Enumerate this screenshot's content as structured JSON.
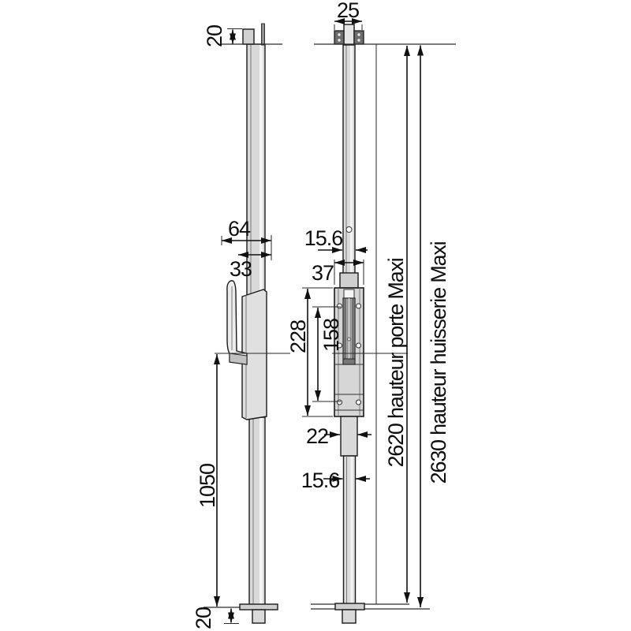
{
  "drawing_type": "espagnolette-lock-technical-drawing",
  "colors": {
    "ink": "#1a1a1a",
    "fill_light": "#dcdcdc",
    "fill_mid": "#c9c9c9",
    "fill_dark": "#8f8f8f",
    "background": "#ffffff"
  },
  "views": {
    "side": {
      "dims": {
        "top_rod_protrusion": "20",
        "assembly_depth": "64",
        "handle_offset": "33",
        "handle_axis_to_floor": "1050",
        "bottom_rod_protrusion": "20"
      }
    },
    "front": {
      "dims": {
        "top_guide_width": "25",
        "upper_rod_width": "15.6",
        "case_width": "37",
        "case_height": "228",
        "case_fixing_spacing": "158",
        "lower_guide_width": "22",
        "lower_rod_width": "15.6"
      }
    },
    "overall": {
      "door_height_max": "2620 hauteur porte Maxi",
      "frame_height_max": "2630 hauteur huisserie Maxi"
    }
  }
}
